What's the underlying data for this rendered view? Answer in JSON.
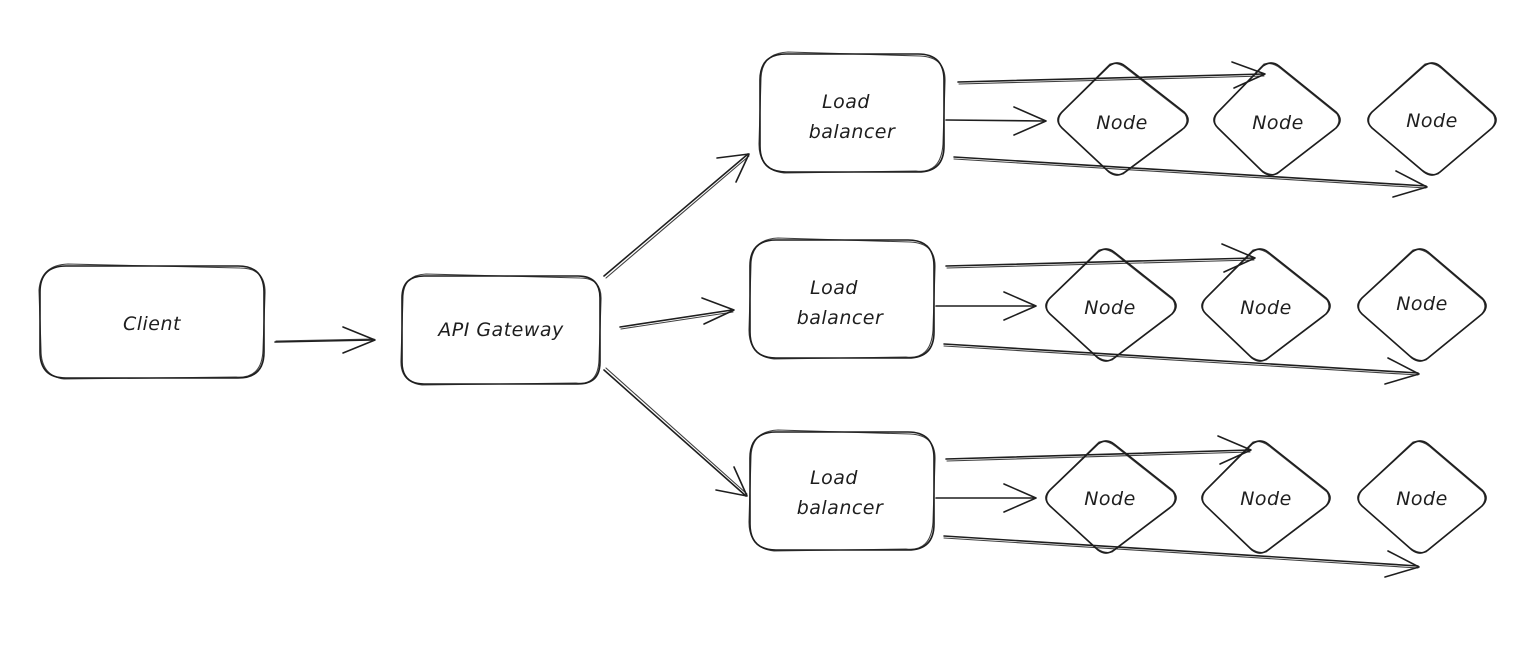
{
  "diagram": {
    "client": {
      "label": "Client"
    },
    "gateway": {
      "label": "API Gateway"
    },
    "groups": [
      {
        "load_balancer": {
          "line1": "Load",
          "line2": "balancer"
        },
        "nodes": [
          "Node",
          "Node",
          "Node"
        ]
      },
      {
        "load_balancer": {
          "line1": "Load",
          "line2": "balancer"
        },
        "nodes": [
          "Node",
          "Node",
          "Node"
        ]
      },
      {
        "load_balancer": {
          "line1": "Load",
          "line2": "balancer"
        },
        "nodes": [
          "Node",
          "Node",
          "Node"
        ]
      }
    ],
    "colors": {
      "stroke": "#1e1e1e",
      "background": "#ffffff"
    }
  }
}
